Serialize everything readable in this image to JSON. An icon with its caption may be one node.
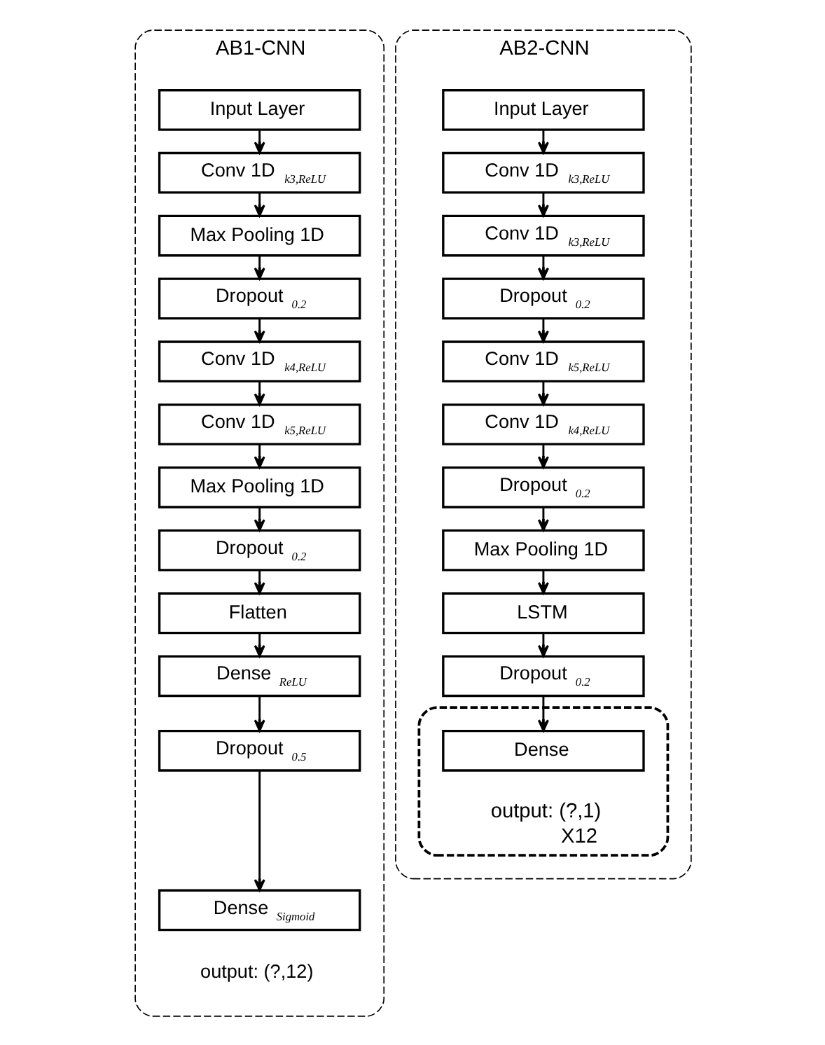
{
  "diagram": {
    "nodes": [
      {
        "text": [
          "AB1-CNN",
          "output: (?,12)"
        ]
      },
      {
        "text": [
          "Input Layer"
        ],
        "in": 0
      },
      {
        "text": [
          "Conv 1D $_{k3,ReLU}$"
        ],
        "in": 0
      },
      {
        "text": [
          "Max Pooling 1D"
        ],
        "in": 0
      },
      {
        "text": [
          "Dropout $_{0.2}$"
        ],
        "in": 0
      },
      {
        "text": [
          "Conv 1D $_{k4,ReLU}$"
        ],
        "in": 0
      },
      {
        "text": [
          "Conv 1D $_{k5,ReLU}$"
        ],
        "in": 0
      },
      {
        "text": [
          "Max Pooling 1D"
        ],
        "in": 0
      },
      {
        "text": [
          "Dropout $_{0.2}$"
        ],
        "in": 0
      },
      {
        "text": [
          "Flatten"
        ],
        "in": 0
      },
      {
        "text": [
          "Dense $_{ReLU}$"
        ],
        "in": 0
      },
      {
        "text": [
          "Dropout $_{0.5}$"
        ],
        "in": 0
      },
      {
        "text": [
          "Dense $_{Sigmoid}$"
        ],
        "in": 0
      },
      {
        "text": [
          "AB2-CNN"
        ]
      },
      {
        "text": [
          "Input Layer"
        ],
        "in": 13
      },
      {
        "text": [
          "Conv 1D $_{k3,ReLU}$"
        ],
        "in": 13
      },
      {
        "text": [
          "Conv 1D $_{k3,ReLU}$"
        ],
        "in": 13
      },
      {
        "text": [
          "Dropout $_{0.2}$"
        ],
        "in": 13
      },
      {
        "text": [
          "Conv 1D $_{k5,ReLU}$"
        ],
        "in": 13
      },
      {
        "text": [
          "Conv 1D $_{k4,ReLU}$"
        ],
        "in": 13
      },
      {
        "text": [
          "Dropout $_{0.2}$"
        ],
        "in": 13
      },
      {
        "text": [
          "Max Pooling 1D"
        ],
        "in": 13
      },
      {
        "text": [
          "LSTM"
        ],
        "in": 13
      },
      {
        "text": [
          "Dropout $_{0.2}$"
        ],
        "in": 13
      },
      {
        "text": [
          "output: (?,1)"
        ],
        "beside": [
          "X12"
        ],
        "in": 13
      },
      {
        "text": [
          "Dense"
        ],
        "in": 24
      }
    ],
    "edges": [
      {
        "from": 1,
        "to": 2,
        "arrow": "to"
      },
      {
        "from": 2,
        "to": 3,
        "arrow": "to"
      },
      {
        "from": 3,
        "to": 4,
        "arrow": "to"
      },
      {
        "from": 4,
        "to": 5,
        "arrow": "to"
      },
      {
        "from": 5,
        "to": 6,
        "arrow": "to"
      },
      {
        "from": 6,
        "to": 7,
        "arrow": "to"
      },
      {
        "from": 7,
        "to": 8,
        "arrow": "to"
      },
      {
        "from": 8,
        "to": 9,
        "arrow": "to"
      },
      {
        "from": 9,
        "to": 10,
        "arrow": "to"
      },
      {
        "from": 10,
        "to": 11,
        "arrow": "to"
      },
      {
        "from": 11,
        "to": 12,
        "arrow": "to"
      },
      {
        "from": 14,
        "to": 15,
        "arrow": "to"
      },
      {
        "from": 15,
        "to": 16,
        "arrow": "to"
      },
      {
        "from": 16,
        "to": 17,
        "arrow": "to"
      },
      {
        "from": 17,
        "to": 18,
        "arrow": "to"
      },
      {
        "from": 18,
        "to": 19,
        "arrow": "to"
      },
      {
        "from": 19,
        "to": 20,
        "arrow": "to"
      },
      {
        "from": 20,
        "to": 21,
        "arrow": "to"
      },
      {
        "from": 21,
        "to": 22,
        "arrow": "to"
      },
      {
        "from": 22,
        "to": 23,
        "arrow": "to"
      },
      {
        "from": 23,
        "to": 25,
        "arrow": "to"
      }
    ]
  }
}
